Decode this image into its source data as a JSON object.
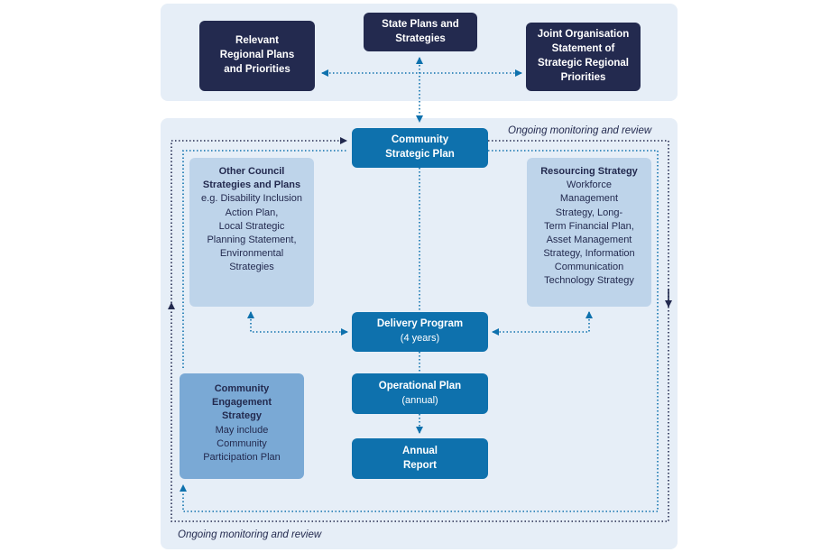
{
  "top": {
    "regional": "Relevant\nRegional Plans\nand Priorities",
    "state": "State Plans and\nStrategies",
    "joint": "Joint Organisation\nStatement of\nStrategic Regional\nPriorities"
  },
  "main": {
    "csp": "Community\nStrategic Plan",
    "other_title": "Other Council\nStrategies and Plans",
    "other_body": "e.g. Disability Inclusion\nAction Plan,\nLocal Strategic\nPlanning Statement,\nEnvironmental\nStrategies",
    "resourcing_title": "Resourcing Strategy",
    "resourcing_body": "Workforce\nManagement\nStrategy, Long-\nTerm Financial Plan,\nAsset Management\nStrategy, Information\nCommunication\nTechnology Strategy",
    "delivery_title": "Delivery Program",
    "delivery_sub": "(4 years)",
    "operational_title": "Operational Plan",
    "operational_sub": "(annual)",
    "annual": "Annual\nReport",
    "engagement_title": "Community\nEngagement\nStrategy",
    "engagement_body": "May include\nCommunity\nParticipation Plan",
    "monitoring_top": "Ongoing monitoring and review",
    "monitoring_bottom": "Ongoing monitoring and review"
  },
  "colors": {
    "navy": "#232a4f",
    "blue": "#0e71ad",
    "light_blue": "#bed4ea",
    "mid_blue": "#7aa9d5",
    "panel": "#e6eef7"
  }
}
